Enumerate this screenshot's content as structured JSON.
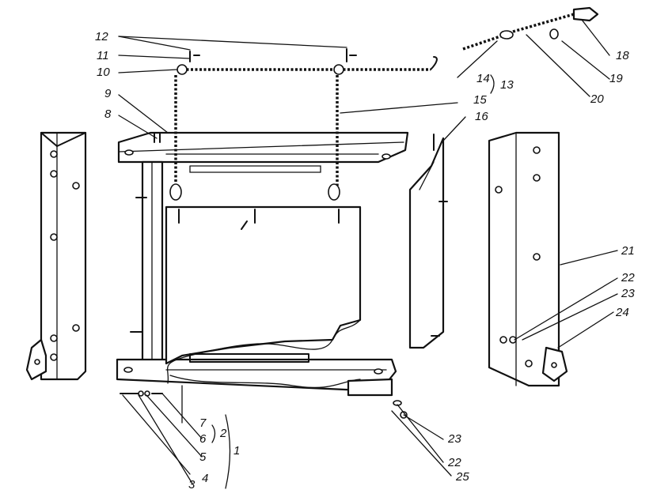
{
  "callouts": {
    "n1": "1",
    "n2": "2",
    "n3": "3",
    "n4": "4",
    "n5": "5",
    "n6": "6",
    "n7": "7",
    "n8": "8",
    "n9": "9",
    "n10": "10",
    "n11": "11",
    "n12": "12",
    "n13": "13",
    "n14": "14",
    "n15": "15",
    "n16": "16",
    "n18": "18",
    "n19": "19",
    "n20": "20",
    "n21": "21",
    "n22a": "22",
    "n23a": "23",
    "n24": "24",
    "n23b": "23",
    "n22b": "22",
    "n25": "25"
  },
  "colors": {
    "ink": "#111111",
    "paper": "#ffffff"
  }
}
